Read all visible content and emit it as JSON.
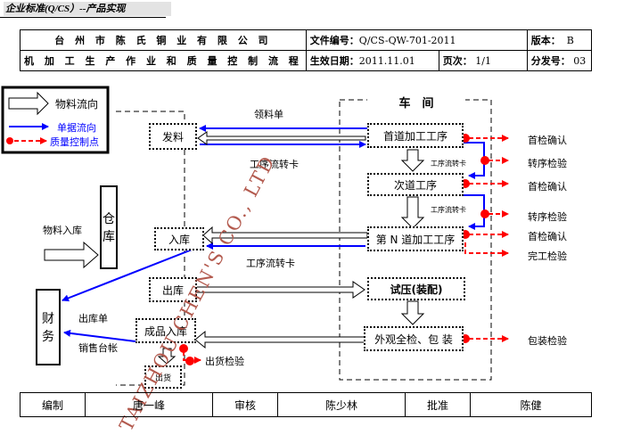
{
  "standard_title": "企业标准(Q/CS）--产品实现",
  "header": {
    "company": "台 州 市 陈 氏 铜 业 有 限 公 司",
    "doc_no_label": "文件编号：",
    "doc_no": "Q/CS-QW-701-2011",
    "version_label": "版本：",
    "version": "B",
    "process_title": "机 加 工 生 产 作 业 和 质 量 控 制 流 程",
    "effective_label": "生效日期：",
    "effective_date": "2011.11.01",
    "page_label": "页次：",
    "page": "1/1",
    "dist_label": "分发号：",
    "dist": "03"
  },
  "legend": {
    "material_flow": "物料流向",
    "document_flow": "单据流向",
    "qc_point": "质量控制点"
  },
  "nodes": {
    "workshop": "车　间",
    "warehouse": "仓\n库",
    "finance": "财\n务",
    "issue": "发料",
    "storage_in": "入库",
    "storage_out": "出库",
    "finished_in": "成品入库",
    "ship": "出货",
    "first_proc": "首道加工工序",
    "second_proc": "次道工序",
    "nth_proc": "第 N 道加工工序",
    "trial": "试压(装配)",
    "inspect": "外观全检、包  装"
  },
  "labels": {
    "requisition": "领料单",
    "transfer_card_1": "工序流转卡",
    "transfer_card_small_1": "工序流转卡",
    "transfer_card_small_2": "工序流转卡",
    "transfer_card_2": "工序流转卡",
    "material_in": "物料入库",
    "out_slip": "出库单",
    "sales_ledger": "销售台帐",
    "ship_inspection": "出货检验"
  },
  "qc_labels": {
    "first_confirm_1": "首检确认",
    "process_check_1": "转序检验",
    "first_confirm_2": "首检确认",
    "process_check_2": "转序检验",
    "first_confirm_3": "首检确认",
    "final_check": "完工检验",
    "pack_check": "包装检验"
  },
  "watermark": {
    "company": "TAIZHOU CHEN'S CO., LTD"
  },
  "signoff": {
    "prepared_label": "编制",
    "prepared": "唐一峰",
    "reviewed_label": "审核",
    "reviewed": "陈少林",
    "approved_label": "批准",
    "approved": "陈健"
  },
  "colors": {
    "document_flow": "#0000ff",
    "qc_point": "#ff0000",
    "watermark": "#b35a4e"
  }
}
